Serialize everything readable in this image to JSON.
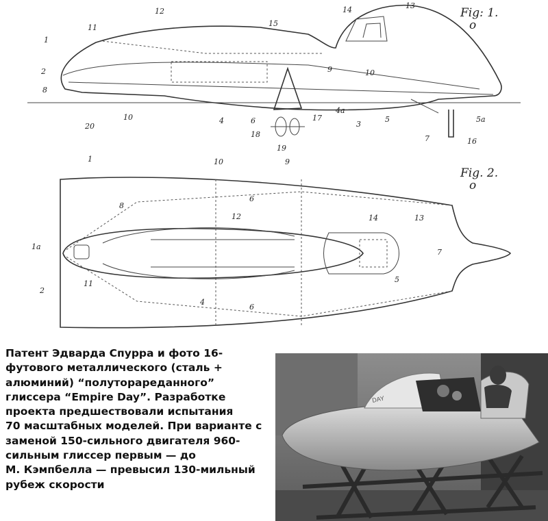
{
  "figure": {
    "fig1_label": "Fig: 1.",
    "fig2_label": "Fig. 2.",
    "fig1_callouts": [
      "1",
      "2",
      "8",
      "11",
      "12",
      "15",
      "14",
      "13",
      "9",
      "10",
      "10",
      "20",
      "4",
      "6",
      "18",
      "19",
      "17",
      "4a",
      "3",
      "5",
      "7",
      "5a",
      "16"
    ],
    "fig2_callouts": [
      "1",
      "10",
      "9",
      "6",
      "8",
      "12",
      "14",
      "13",
      "7",
      "1a",
      "11",
      "5",
      "2",
      "4",
      "6"
    ]
  },
  "caption": {
    "lines": [
      "Патент Эдварда Спурра и фото 16-",
      "футового металлического (сталь +",
      "алюминий) “полуторареданного”",
      "глиссера “Empire Day”. Разработке",
      "проекта предшествовали испытания",
      "70 масштабных моделей. При варианте с",
      "заменой 150-сильного двигателя 960-",
      "сильным глиссер первым — до",
      "М. Кэмпбелла — превысил 130-мильный",
      "рубеж скорости"
    ]
  },
  "photo": {
    "hull_lettering": "DAY"
  }
}
